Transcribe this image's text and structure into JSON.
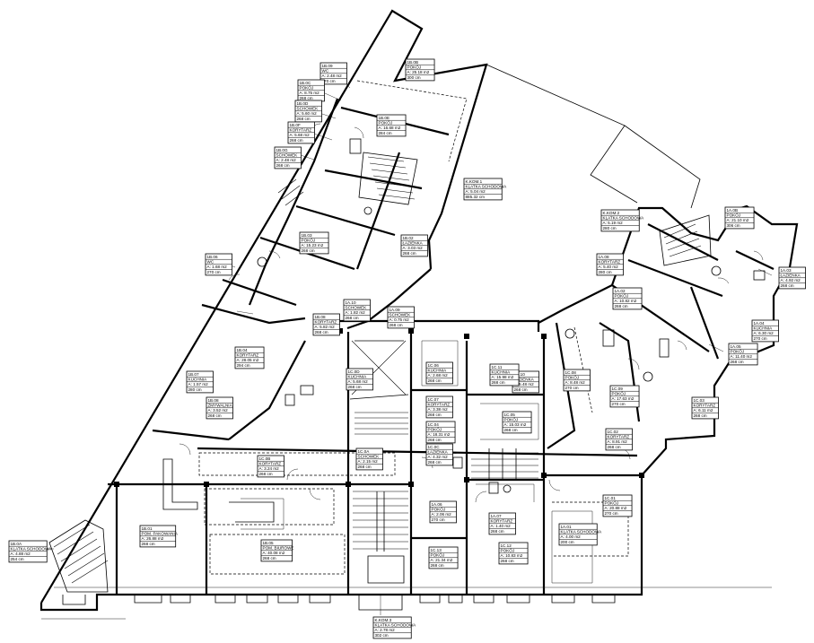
{
  "rooms": [
    {
      "id": "0.1",
      "lines": [
        "1B.0B",
        "POKÓJ",
        "A: 25.18 m2",
        "300 cm"
      ]
    },
    {
      "id": "0.2",
      "lines": [
        "1B.09",
        "WC",
        "A: 2.48 m2",
        "270 cm"
      ]
    },
    {
      "id": "0.3",
      "lines": [
        "1B.0C",
        "POKÓJ",
        "A: 8.75 m2",
        "268 cm"
      ]
    },
    {
      "id": "0.4",
      "lines": [
        "1B.0D",
        "SCHOWEK",
        "A: 5.60 m2",
        "268 cm"
      ]
    },
    {
      "id": "0.5",
      "lines": [
        "1B.0E",
        "POKÓJ",
        "A: 16.68 m2",
        "284 cm"
      ]
    },
    {
      "id": "0.6",
      "lines": [
        "1B.0F",
        "KORYTARZ",
        "A: 5.68 m2",
        "268 cm"
      ]
    },
    {
      "id": "0.7",
      "lines": [
        "1B.0G",
        "SCHOWEK",
        "A: 2.48 m2",
        "268 cm"
      ]
    },
    {
      "id": "0.8",
      "lines": [
        "K.KOM.1",
        "KLATKA SCHODOWA",
        "A: 5.04 m2",
        "885.32 cm"
      ]
    },
    {
      "id": "0.9",
      "lines": [
        "1B.03",
        "POKÓJ",
        "A: 15.23 m2",
        "268 cm"
      ]
    },
    {
      "id": "0.10",
      "lines": [
        "1B.02",
        "ŁAZIENKA",
        "A: 3.03 m2",
        "268 cm"
      ]
    },
    {
      "id": "0.11",
      "lines": [
        "1B.06",
        "WC",
        "A: 1.68 m2",
        "270 cm"
      ]
    },
    {
      "id": "0.12",
      "lines": [
        "1A.10",
        "SCHOWEK",
        "A: 1.82 m2",
        "268 cm"
      ]
    },
    {
      "id": "0.13",
      "lines": [
        "1A.09",
        "SCHOWEK",
        "A: 0.75 m2",
        "268 cm"
      ]
    },
    {
      "id": "0.14",
      "lines": [
        "1B.08",
        "KORYTARZ",
        "A: 5.82 m2",
        "268 cm"
      ]
    },
    {
      "id": "0.15",
      "lines": [
        "1B.04",
        "KORYTARZ",
        "A: 28.05 m2",
        "294 cm"
      ]
    },
    {
      "id": "0.16",
      "lines": [
        "1B.08",
        "ZMYWALNIA",
        "A: 3.52 m2",
        "268 cm"
      ]
    },
    {
      "id": "0.17",
      "lines": [
        "1B.07",
        "KUCHNIA",
        "A: 1.57 m2",
        "280 cm"
      ]
    },
    {
      "id": "0.18",
      "lines": [
        "K.KOM.2",
        "KLATKA SCHODOWA",
        "A: 5.19 m2",
        "280 cm"
      ]
    },
    {
      "id": "0.19",
      "lines": [
        "1A.0B",
        "POKÓJ",
        "A: 21.10 m2",
        "306 cm"
      ]
    },
    {
      "id": "0.20",
      "lines": [
        "1A.08",
        "KORYTARZ",
        "A: 5.40 m2",
        "280 cm"
      ]
    },
    {
      "id": "0.21",
      "lines": [
        "1A.02",
        "POKÓJ",
        "A: 10.82 m2",
        "268 cm"
      ]
    },
    {
      "id": "0.22",
      "lines": [
        "1A.03",
        "ŁAZIENKA",
        "A: 4.92 m2",
        "268 cm"
      ]
    },
    {
      "id": "0.23",
      "lines": [
        "1A.04",
        "KUCHNIA",
        "A: 6.30 m2",
        "270 cm"
      ]
    },
    {
      "id": "0.24",
      "lines": [
        "1A.05",
        "POKÓJ",
        "A: 11.40 m2",
        "268 cm"
      ]
    },
    {
      "id": "0.25",
      "lines": [
        "1C.08",
        "POKÓJ",
        "A: 8.48 m2",
        "270 cm"
      ]
    },
    {
      "id": "0.26",
      "lines": [
        "1C.09",
        "POKÓJ",
        "A: 17.63 m2",
        "270 cm"
      ]
    },
    {
      "id": "0.27",
      "lines": [
        "1C.10",
        "ŁAZIENKA",
        "A: 5.48 m2",
        "268 cm"
      ]
    },
    {
      "id": "0.28",
      "lines": [
        "1C.11",
        "KUCHNIA",
        "A: 15.98 m2",
        "268 cm"
      ]
    },
    {
      "id": "0.29",
      "lines": [
        "1C.06",
        "KUCHNIA",
        "A: 2.68 m2",
        "268 cm"
      ]
    },
    {
      "id": "0.30",
      "lines": [
        "1C.07",
        "KORYTARZ",
        "A: 3.38 m2",
        "268 cm"
      ]
    },
    {
      "id": "0.31",
      "lines": [
        "1C.04",
        "POKÓJ",
        "A: 18.31 m2",
        "268 cm"
      ]
    },
    {
      "id": "0.32",
      "lines": [
        "1C.05",
        "POKÓJ",
        "A: 15.03 m2",
        "268 cm"
      ]
    },
    {
      "id": "0.33",
      "lines": [
        "1C.03",
        "KORYTARZ",
        "A: 6.11 m2",
        "268 cm"
      ]
    },
    {
      "id": "0.34",
      "lines": [
        "1C.02",
        "KORYTARZ",
        "A: 8.91 m2",
        "268 cm"
      ]
    },
    {
      "id": "0.35",
      "lines": [
        "1C.01",
        "POKÓJ",
        "A: 20.88 m2",
        "270 cm"
      ]
    },
    {
      "id": "0.36",
      "lines": [
        "1C.12",
        "POKÓJ",
        "A: 10.83 m2",
        "268 cm"
      ]
    },
    {
      "id": "0.37",
      "lines": [
        "1C.13",
        "POKÓJ",
        "A: 21.34 m2",
        "268 cm"
      ]
    },
    {
      "id": "0.38",
      "lines": [
        "1A.06",
        "POKÓJ",
        "A: 2.06 m2",
        "270 cm"
      ]
    },
    {
      "id": "0.39",
      "lines": [
        "1A.07",
        "KORYTARZ",
        "A: 1.40 m2",
        "268 cm"
      ]
    },
    {
      "id": "0.40",
      "lines": [
        "1A.01",
        "KLATKA SCHODOWA",
        "A: 4.00 m2",
        "200 cm"
      ]
    },
    {
      "id": "0.41",
      "lines": [
        "1B.01",
        "POM. PAKOWANIA",
        "A: 26.88 m2",
        "268 cm"
      ]
    },
    {
      "id": "0.42",
      "lines": [
        "1B.05",
        "POM. BIUROWE",
        "A: 40.08 m2",
        "268 cm"
      ]
    },
    {
      "id": "0.43",
      "lines": [
        "1B.0A",
        "KLATKA SCHODOWA",
        "A: 4.88 m2",
        "254 cm"
      ]
    },
    {
      "id": "0.44",
      "lines": [
        "K.KOM.3",
        "KLATKA SCHODOWA",
        "A: 2.78 m2",
        "302 cm"
      ]
    },
    {
      "id": "0.45",
      "lines": [
        "1C.0A",
        "SCHOWEK",
        "A: 2.15 m2",
        "268 cm"
      ]
    },
    {
      "id": "0.46",
      "lines": [
        "1C.0B",
        "KORYTARZ",
        "A: 3.24 m2",
        "268 cm"
      ]
    },
    {
      "id": "0.47",
      "lines": [
        "1C.0C",
        "ŁAZIENKA",
        "A: 4.32 m2",
        "268 cm"
      ]
    },
    {
      "id": "0.48",
      "lines": [
        "1C.0D",
        "KUCHNIA",
        "A: 5.68 m2",
        "268 cm"
      ]
    }
  ]
}
